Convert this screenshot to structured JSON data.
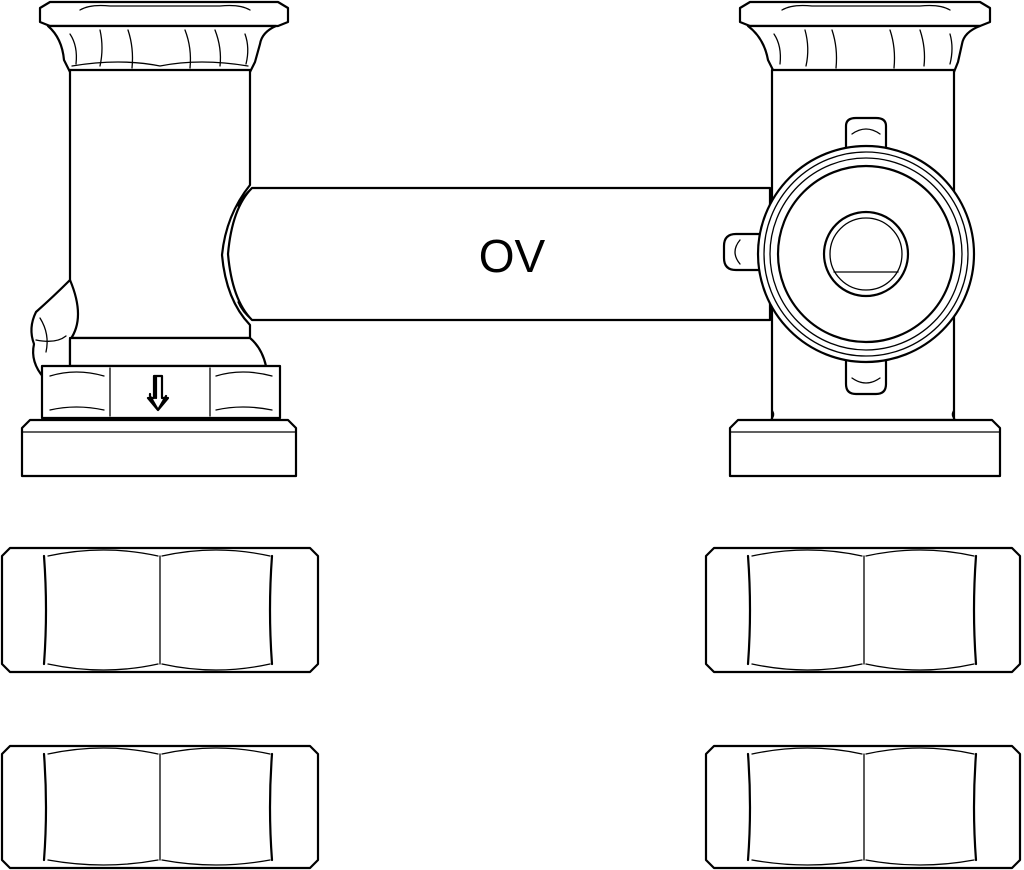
{
  "drawing": {
    "body_label": "OV",
    "flow_symbol": "⇩"
  },
  "parts": {
    "valve_body": "valve-body",
    "nuts": [
      "nut",
      "nut",
      "nut",
      "nut"
    ]
  },
  "colors": {
    "line": "#000000",
    "background": "#ffffff"
  }
}
